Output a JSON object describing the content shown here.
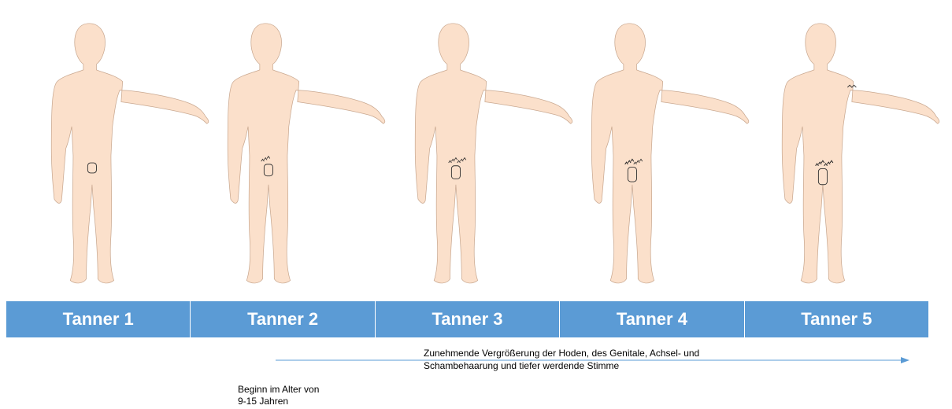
{
  "stages": [
    {
      "label": "Tanner 1",
      "pubic_hair": 0,
      "axillary_hair": false
    },
    {
      "label": "Tanner 2",
      "pubic_hair": 1,
      "axillary_hair": false
    },
    {
      "label": "Tanner 3",
      "pubic_hair": 2,
      "axillary_hair": false
    },
    {
      "label": "Tanner 4",
      "pubic_hair": 3,
      "axillary_hair": false
    },
    {
      "label": "Tanner 5",
      "pubic_hair": 4,
      "axillary_hair": true
    }
  ],
  "progression_text_line1": "Zunehmende Vergrößerung der Hoden, des Genitale, Achsel- und",
  "progression_text_line2": "Schambehaarung und tiefer werdende Stimme",
  "onset_text_line1": "Beginn im Alter von",
  "onset_text_line2": "9-15 Jahren",
  "colors": {
    "skin": "#fbe0cb",
    "skin_outline": "#c9a890",
    "bar": "#5b9bd5",
    "arrow": "#5b9bd5"
  }
}
